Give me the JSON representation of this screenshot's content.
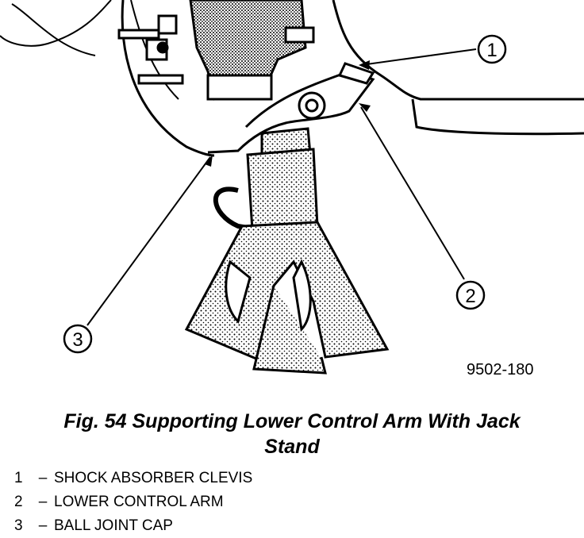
{
  "figure": {
    "code": "9502-180",
    "callouts": [
      "1",
      "2",
      "3"
    ]
  },
  "caption": {
    "line1": "Fig. 54 Supporting Lower Control Arm With Jack",
    "line2": "Stand"
  },
  "legend": [
    {
      "num": "1",
      "dash": "–",
      "text": "SHOCK ABSORBER CLEVIS"
    },
    {
      "num": "2",
      "dash": "–",
      "text": "LOWER CONTROL ARM"
    },
    {
      "num": "3",
      "dash": "–",
      "text": "BALL JOINT CAP"
    }
  ]
}
